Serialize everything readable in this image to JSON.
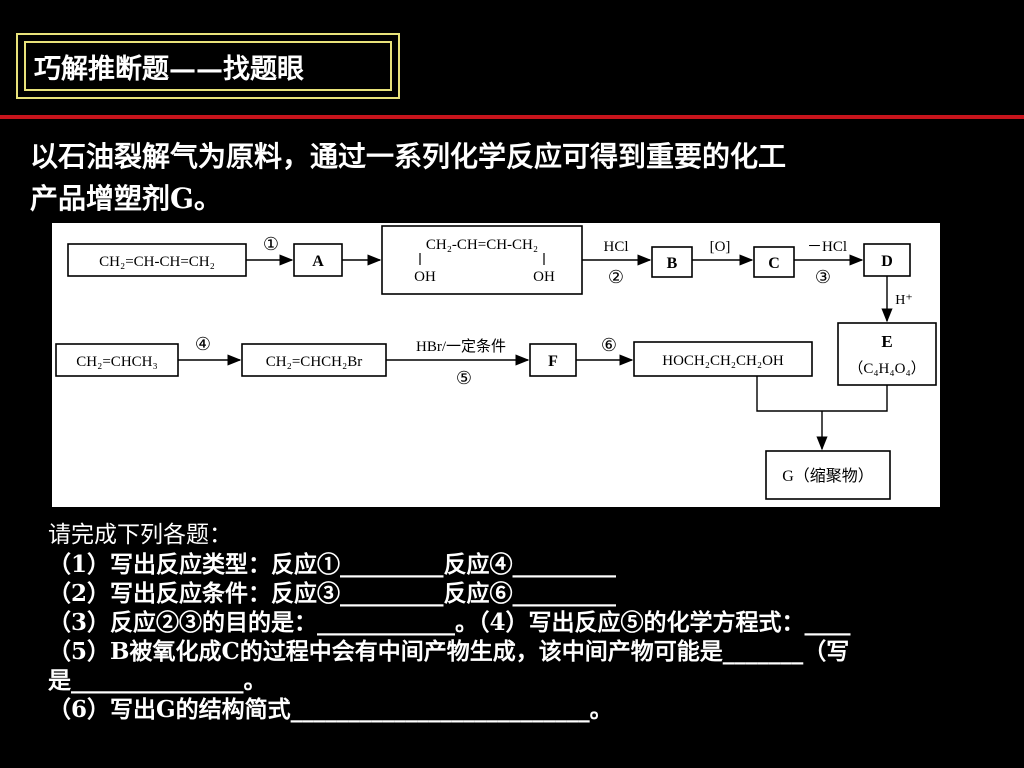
{
  "title": "巧解推断题——找题眼",
  "intro": {
    "line1": "以石油裂解气为原料，通过一系列化学反应可得到重要的化工",
    "line2": "产品增塑剂G。"
  },
  "diagram": {
    "row1": {
      "start": "CH₂=CH-CH=CH₂",
      "step1": "①",
      "a": "A",
      "diol_top": "CH₂-CH=CH-CH₂",
      "diol_oh1": "OH",
      "diol_oh2": "OH",
      "reagent_hcl": "HCl",
      "step2": "②",
      "b": "B",
      "reagent_o": "[O]",
      "c": "C",
      "reagent_minus_hcl": "－HCl",
      "step3": "③",
      "d": "D",
      "reagent_h": "H⁺"
    },
    "e": {
      "label": "E",
      "formula": "（C₄H₄O₄）"
    },
    "row2": {
      "start": "CH₂=CHCH₃",
      "step4": "④",
      "bromide": "CH₂=CHCH₂Br",
      "reagent": "HBr/一定条件",
      "step5": "⑤",
      "f": "F",
      "step6": "⑥",
      "diol": "HOCH₂CH₂CH₂OH"
    },
    "g": "G（缩聚物）"
  },
  "questions": {
    "heading": "请完成下列各题：",
    "q1": "（1）写出反应类型：反应①_________反应④_________",
    "q2": "（2）写出反应条件：反应③_________反应⑥_________",
    "q3": "（3）反应②③的目的是：____________。（4）写出反应⑤的化学方程式：____",
    "q5": "（5）B被氧化成C的过程中会有中间产物生成，该中间产物可能是_______（写",
    "q5b": "是_______________。",
    "q6": "（6）写出G的结构简式__________________________。"
  }
}
